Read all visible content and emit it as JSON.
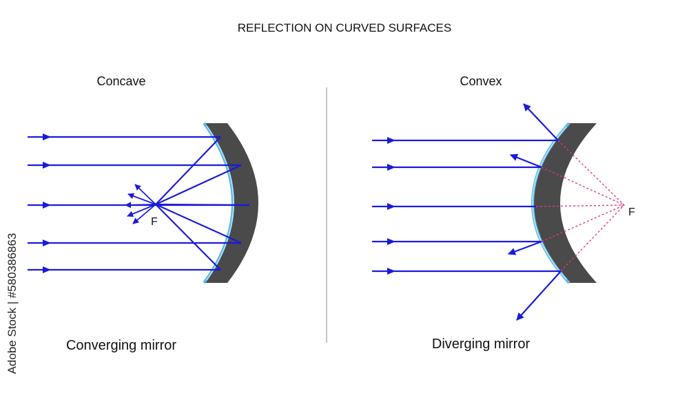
{
  "title": "REFLECTION ON CURVED SURFACES",
  "left_panel": {
    "heading": "Concave",
    "focal_label": "F",
    "caption": "Converging mirror"
  },
  "right_panel": {
    "heading": "Convex",
    "focal_label": "F",
    "caption": "Diverging mirror"
  },
  "watermark": "Adobe Stock | #580386863",
  "colors": {
    "ray": "#1a1adb",
    "mirror_body": "#4a4a4a",
    "mirror_surface": "#5bb8e8",
    "virtual_ray": "#e0358a",
    "text": "#111111",
    "divider": "#888888"
  }
}
